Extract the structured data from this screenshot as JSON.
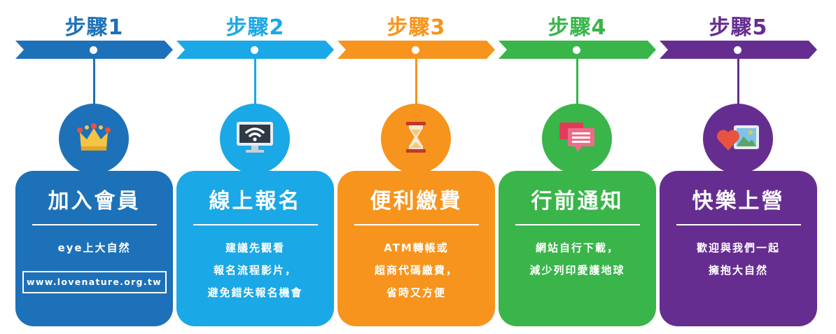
{
  "steps": [
    {
      "title": "步驟1",
      "color": "#1d71b8",
      "icon": "crown-icon",
      "card_title": "加入會員",
      "lines": [
        "eye上大自然"
      ],
      "url": "www.lovenature.org.tw"
    },
    {
      "title": "步驟2",
      "color": "#1aa8e6",
      "icon": "monitor-wifi-icon",
      "card_title": "線上報名",
      "lines": [
        "建議先觀看",
        "報名流程影片，",
        "避免錯失報名機會"
      ]
    },
    {
      "title": "步驟3",
      "color": "#f7941d",
      "icon": "hourglass-icon",
      "card_title": "便利繳費",
      "lines": [
        "ATM轉帳或",
        "超商代碼繳費，",
        "省時又方便"
      ]
    },
    {
      "title": "步驟4",
      "color": "#39b54a",
      "icon": "chat-bubbles-icon",
      "card_title": "行前通知",
      "lines": [
        "網站自行下載，",
        "減少列印愛護地球"
      ]
    },
    {
      "title": "步驟5",
      "color": "#662d91",
      "icon": "heart-picture-icon",
      "card_title": "快樂上營",
      "lines": [
        "歡迎與我們一起",
        "擁抱大自然"
      ]
    }
  ]
}
